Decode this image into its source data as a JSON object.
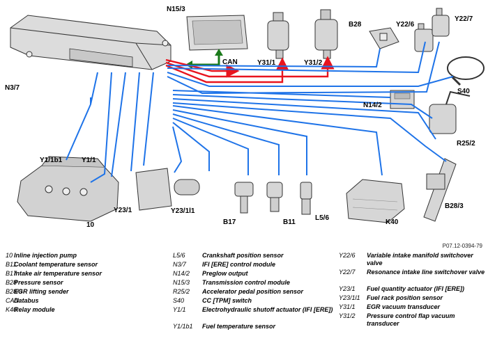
{
  "figure_ref": "P07.12-0394-79",
  "component_labels": {
    "N15_3": "N15/3",
    "CAN": "CAN",
    "Y31_1": "Y31/1",
    "Y31_2": "Y31/2",
    "B28": "B28",
    "Y22_6": "Y22/6",
    "Y22_7": "Y22/7",
    "N3_7": "N3/7",
    "S40": "S40",
    "N14_2": "N14/2",
    "R25_2": "R25/2",
    "Y1_1b1": "Y1/1b1",
    "Y1_1": "Y1/1",
    "Y23_1": "Y23/1",
    "Y23_1l1": "Y23/1l1",
    "n10": "10",
    "B17": "B17",
    "B11": "B11",
    "L5_6": "L5/6",
    "K40": "K40",
    "B28_3": "B28/3"
  },
  "legend": {
    "col1": [
      {
        "code": "10",
        "desc": "Inline injection pump"
      },
      {
        "code": "B11",
        "desc": "Coolant temperature sensor"
      },
      {
        "code": "B17",
        "desc": "Intake air temperature sensor"
      },
      {
        "code": "B28",
        "desc": "Pressure sensor"
      },
      {
        "code": "B28/3",
        "desc": "EGR lifting sender"
      },
      {
        "code": "CAN",
        "desc": "Databus"
      },
      {
        "code": "K40",
        "desc": "Relay module"
      }
    ],
    "col2": [
      {
        "code": "L5/6",
        "desc": "Crankshaft position sensor"
      },
      {
        "code": "N3/7",
        "desc": "IFI [ERE] control module"
      },
      {
        "code": "N14/2",
        "desc": "Preglow output"
      },
      {
        "code": "N15/3",
        "desc": "Transmission control module"
      },
      {
        "code": "R25/2",
        "desc": "Accelerator pedal position sensor"
      },
      {
        "code": "S40",
        "desc": "CC [TPM] switch"
      },
      {
        "code": "Y1/1",
        "desc": "Electrohydraulic shutoff actuator (IFI [ERE])"
      },
      {
        "code": "Y1/1b1",
        "desc": "Fuel temperature sensor"
      }
    ],
    "col3": [
      {
        "code": "Y22/6",
        "desc": "Variable intake manifold switchover valve"
      },
      {
        "code": "Y22/7",
        "desc": "Resonance intake line switchover valve"
      },
      {
        "code": "Y23/1",
        "desc": "Fuel quantity actuator (IFI [ERE])"
      },
      {
        "code": "Y23/1l1",
        "desc": "Fuel rack position sensor"
      },
      {
        "code": "Y31/1",
        "desc": "EGR vacuum transducer"
      },
      {
        "code": "Y31/2",
        "desc": "Pressure control flap vacuum transducer"
      }
    ]
  },
  "colors": {
    "signal_line": "#1e73e8",
    "output_line": "#e8141e",
    "can_arrow": "#1a7a1a",
    "component_fill": "#d9d9d9",
    "component_stroke": "#333333"
  }
}
